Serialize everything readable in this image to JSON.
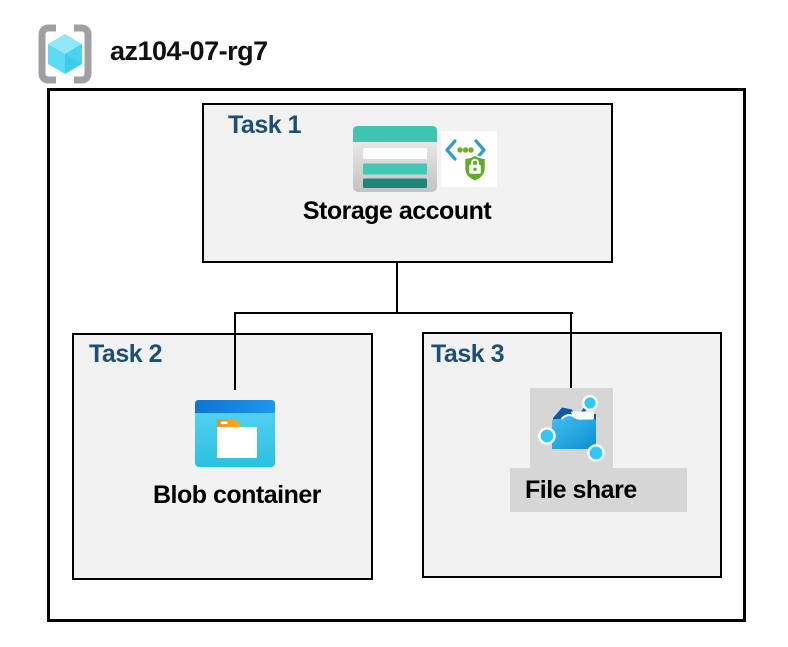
{
  "title": {
    "text": "az104-07-rg7"
  },
  "colors": {
    "border": "#000000",
    "box_fill": "#F2F2F2",
    "highlight_fill": "#D6D6D6",
    "task_label": "#1B4E79",
    "storage_teal": "#3EC4B0",
    "storage_teal_dark": "#208476",
    "blob_band_blue": "#1181DC",
    "blob_body_cyan": "#3FC9EC",
    "folder_tab_orange": "#F3A01F",
    "file_share_dark_blue": "#0A57A0",
    "file_share_node_cyan": "#2EC9F7",
    "shield_green": "#5FAD24",
    "code_bracket_blue": "#2E9BD8",
    "cube_cyan": "#55D8F3",
    "bracket_gray": "#9EA0A3"
  },
  "tasks": [
    {
      "label": "Task 1",
      "item": "Storage account"
    },
    {
      "label": "Task 2",
      "item": "Blob container"
    },
    {
      "label": "Task 3",
      "item": "File share"
    }
  ],
  "icons": {
    "resource_group": "resource-group-icon",
    "storage_account": "storage-account-icon",
    "secure_access": "secure-access-icon",
    "blob_container": "blob-container-icon",
    "file_share": "file-share-icon"
  },
  "connections": [
    {
      "from": "Storage account",
      "to": "Blob container"
    },
    {
      "from": "Storage account",
      "to": "File share"
    }
  ]
}
